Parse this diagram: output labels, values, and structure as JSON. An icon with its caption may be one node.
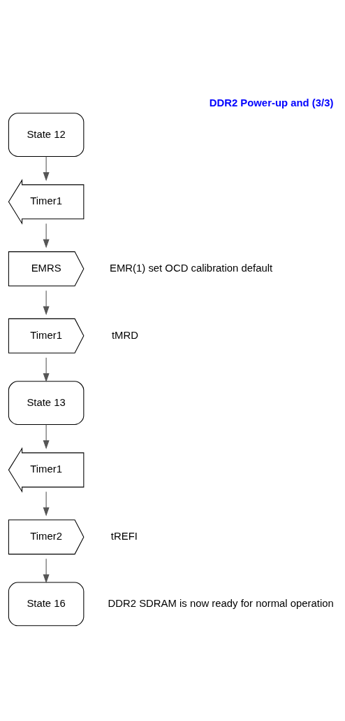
{
  "diagram": {
    "title": "DDR2 Power-up and (3/3)",
    "nodes": [
      {
        "text": [
          "State 12"
        ]
      },
      {
        "text": [
          "Timer1"
        ]
      },
      {
        "text": [
          "EMRS"
        ],
        "beside": [
          "EMR(1) set OCD calibration default"
        ]
      },
      {
        "text": [
          "Timer1"
        ],
        "beside": [
          "tMRD"
        ]
      },
      {
        "text": [
          "State 13"
        ]
      },
      {
        "text": [
          "Timer1"
        ]
      },
      {
        "text": [
          "Timer2"
        ],
        "beside": [
          "tREFI"
        ]
      },
      {
        "text": [
          "State 16"
        ],
        "beside": [
          "DDR2 SDRAM is now ready for normal operation"
        ]
      }
    ],
    "edges": [
      {
        "from": 0,
        "to": 1,
        "arrow": "to"
      },
      {
        "from": 1,
        "to": 2,
        "arrow": "to"
      },
      {
        "from": 2,
        "to": 3,
        "arrow": "to"
      },
      {
        "from": 3,
        "to": 4,
        "arrow": "to"
      },
      {
        "from": 4,
        "to": 5,
        "arrow": "to"
      },
      {
        "from": 5,
        "to": 6,
        "arrow": "to"
      },
      {
        "from": 6,
        "to": 7,
        "arrow": "to"
      }
    ]
  }
}
